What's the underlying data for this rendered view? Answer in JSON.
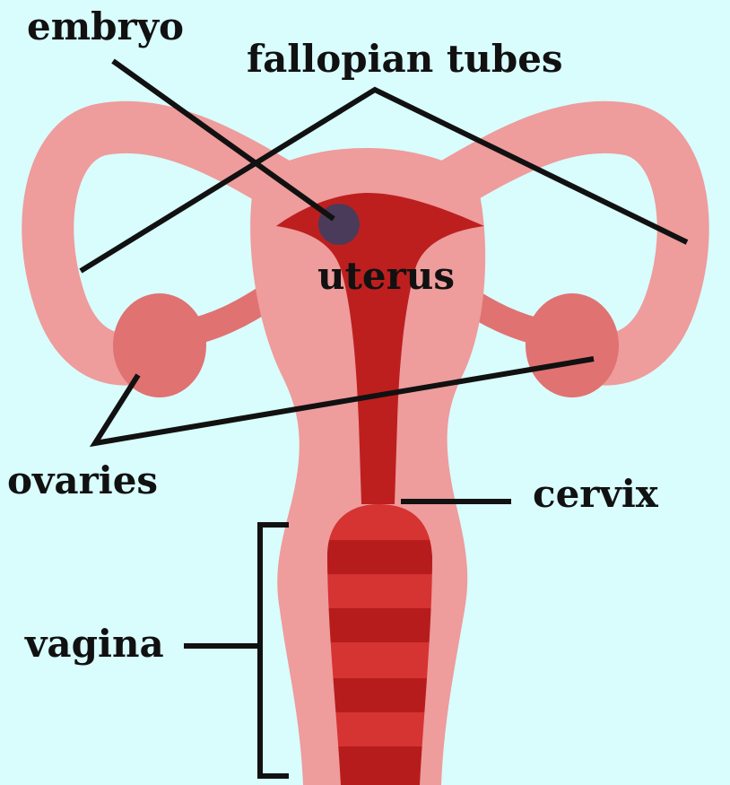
{
  "labels": {
    "embryo": "embryo",
    "fallopian_tubes": "fallopian tubes",
    "uterus": "uterus",
    "ovaries": "ovaries",
    "cervix": "cervix",
    "vagina": "vagina"
  },
  "colors": {
    "background": "#d9fcfd",
    "tissue": "#ee9c9c",
    "ovary": "#e07272",
    "cavity": "#bd1f1f",
    "vaginal_stripe_light": "#d63333",
    "vaginal_stripe_dark": "#b71c1c",
    "embryo": "#4a3b5a",
    "leader_line": "#111111"
  }
}
